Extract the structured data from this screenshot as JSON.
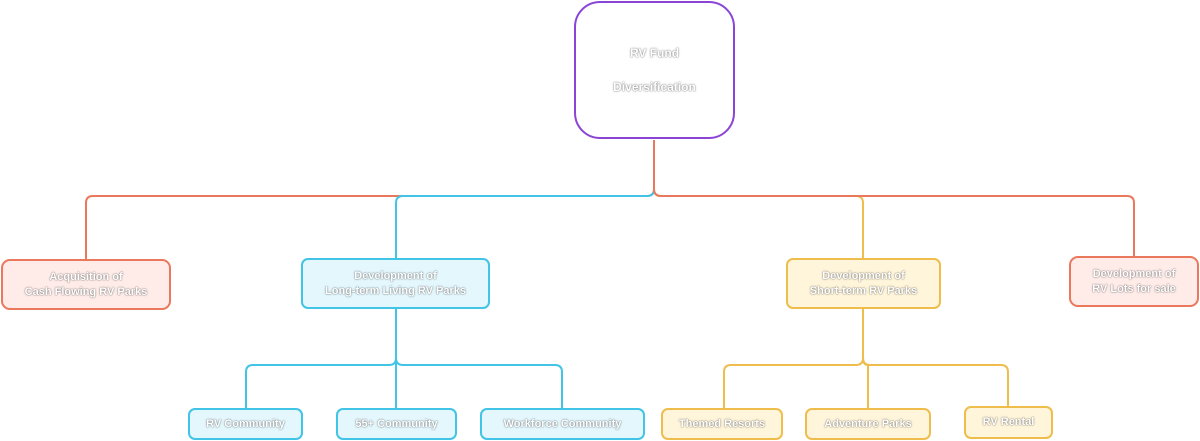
{
  "colors": {
    "root_border": "#8b45d6",
    "red_border": "#e9785c",
    "red_fill": "#ffece9",
    "cyan_border": "#42c4e6",
    "cyan_fill": "#e3f7fd",
    "yellow_border": "#efbd4c",
    "yellow_fill": "#fff5da"
  },
  "root": {
    "line1": "RV Fund",
    "line2": "Diversification"
  },
  "branches": {
    "acquisition": {
      "line1": "Acquisition of",
      "line2": "Cash Flowing RV Parks"
    },
    "long_term": {
      "line1": "Development of",
      "line2": "Long-term Living RV Parks"
    },
    "short_term": {
      "line1": "Development of",
      "line2": "Short-term RV Parks"
    },
    "lots": {
      "line1": "Development of",
      "line2": "RV Lots for sale"
    }
  },
  "long_term_children": {
    "rv_community": "RV Community",
    "55_community": "55+ Community",
    "workforce": "Workforce Community"
  },
  "short_term_children": {
    "themed": "Themed Resorts",
    "adventure": "Adventure Parks",
    "rental": "RV Rental"
  }
}
